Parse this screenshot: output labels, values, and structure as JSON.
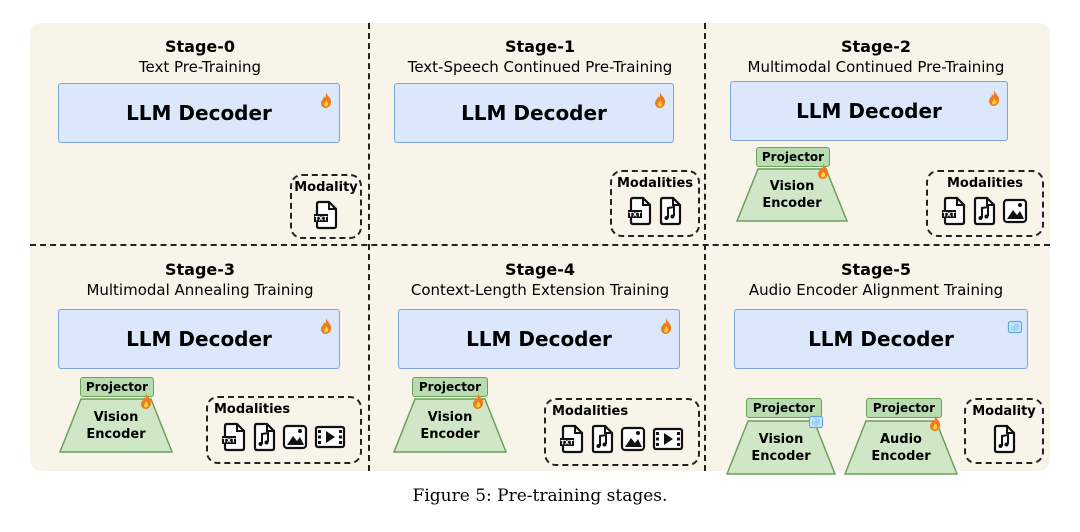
{
  "stages": [
    {
      "name": "Stage-0",
      "desc": "Text Pre-Training",
      "llm": "LLM Decoder",
      "llm_state": "fire-icon",
      "modality_title": "Modality",
      "modalities": [
        "txt-file-icon"
      ]
    },
    {
      "name": "Stage-1",
      "desc": "Text-Speech Continued Pre-Training",
      "llm": "LLM Decoder",
      "llm_state": "fire-icon",
      "modality_title": "Modalities",
      "modalities": [
        "txt-file-icon",
        "audio-file-icon"
      ]
    },
    {
      "name": "Stage-2",
      "desc": "Multimodal Continued Pre-Training",
      "llm": "LLM Decoder",
      "llm_state": "fire-icon",
      "projector": "Projector",
      "vision_encoder": "Vision\nEncoder",
      "modality_title": "Modalities",
      "modalities": [
        "txt-file-icon",
        "audio-file-icon",
        "image-file-icon"
      ]
    },
    {
      "name": "Stage-3",
      "desc": "Multimodal Annealing Training",
      "llm": "LLM Decoder",
      "llm_state": "fire-icon",
      "projector": "Projector",
      "vision_encoder": "Vision\nEncoder",
      "modality_title": "Modalities",
      "modalities": [
        "txt-file-icon",
        "audio-file-icon",
        "image-file-icon",
        "video-file-icon"
      ]
    },
    {
      "name": "Stage-4",
      "desc": "Context-Length Extension Training",
      "llm": "LLM Decoder",
      "llm_state": "fire-icon",
      "projector": "Projector",
      "vision_encoder": "Vision\nEncoder",
      "modality_title": "Modalities",
      "modalities": [
        "txt-file-icon",
        "audio-file-icon",
        "image-file-icon",
        "video-file-icon"
      ]
    },
    {
      "name": "Stage-5",
      "desc": "Audio Encoder Alignment Training",
      "llm": "LLM Decoder",
      "llm_state": "ice-icon",
      "projector": "Projector",
      "vision_encoder": "Vision\nEncoder",
      "audio_projector": "Projector",
      "audio_encoder": "Audio\nEncoder",
      "modality_title": "Modality",
      "modalities": [
        "audio-file-icon"
      ]
    }
  ],
  "txt_badge": "TXT",
  "caption": "Figure 5: Pre-training stages.",
  "colors": {
    "panel_bg": "#f8f4ea",
    "llm_fill": "#dbe7fb",
    "llm_border": "#7ea4dd",
    "encoder_fill": "#cfe7c6",
    "encoder_border": "#6aa05a",
    "fire": "#f07b1e",
    "ice": "#8fc6ef"
  }
}
